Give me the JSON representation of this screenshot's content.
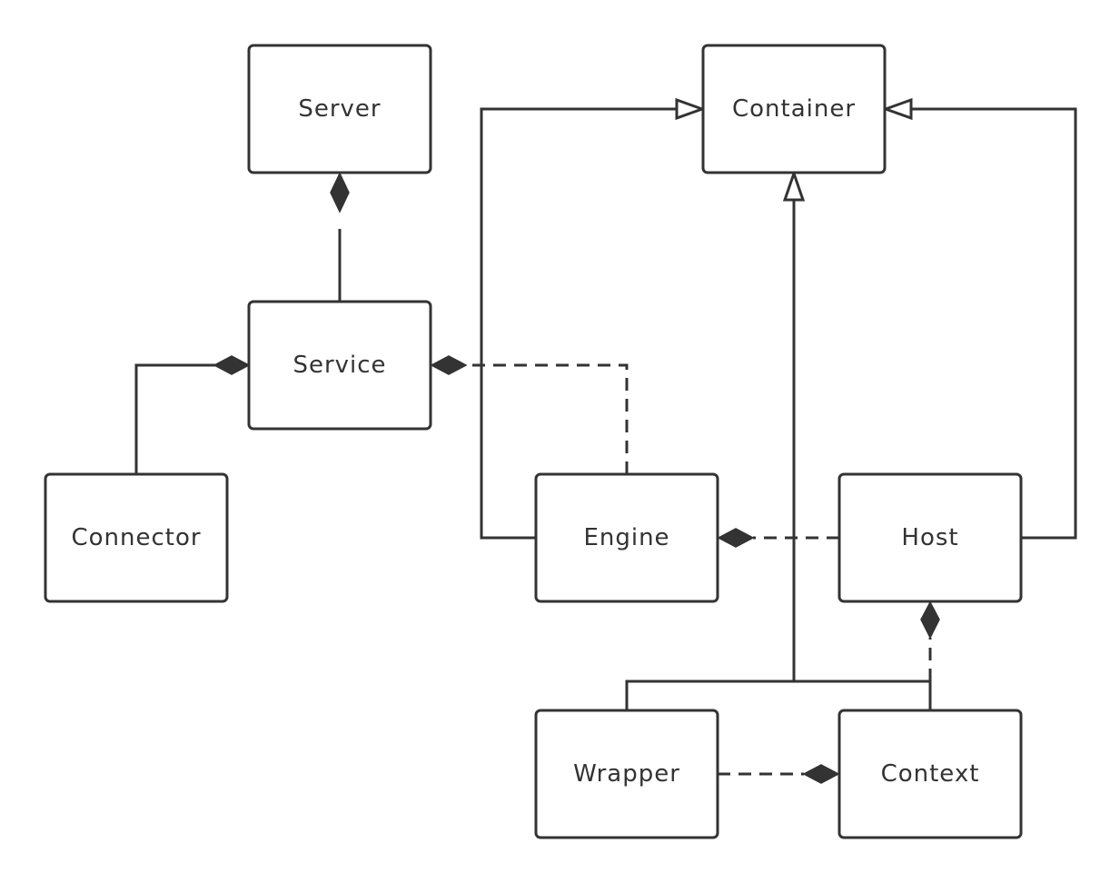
{
  "diagram": {
    "type": "uml-class-diagram",
    "colors": {
      "stroke": "#333333",
      "box_fill": "#ffffff",
      "text": "#333333",
      "background": "#ffffff"
    },
    "nodes": {
      "server": {
        "label": "Server"
      },
      "container": {
        "label": "Container"
      },
      "service": {
        "label": "Service"
      },
      "connector": {
        "label": "Connector"
      },
      "engine": {
        "label": "Engine"
      },
      "host": {
        "label": "Host"
      },
      "wrapper": {
        "label": "Wrapper"
      },
      "context": {
        "label": "Context"
      }
    },
    "relationships": [
      {
        "from": "Service",
        "to": "Server",
        "kind": "composition",
        "style": "solid"
      },
      {
        "from": "Connector",
        "to": "Service",
        "kind": "composition",
        "style": "solid"
      },
      {
        "from": "Engine",
        "to": "Service",
        "kind": "composition",
        "style": "dashed"
      },
      {
        "from": "Host",
        "to": "Engine",
        "kind": "composition",
        "style": "dashed"
      },
      {
        "from": "Context",
        "to": "Host",
        "kind": "composition",
        "style": "dashed"
      },
      {
        "from": "Wrapper",
        "to": "Context",
        "kind": "composition",
        "style": "dashed"
      },
      {
        "from": "Engine",
        "to": "Container",
        "kind": "generalization",
        "style": "solid"
      },
      {
        "from": "Host",
        "to": "Container",
        "kind": "generalization",
        "style": "solid"
      },
      {
        "from": "Wrapper",
        "to": "Container",
        "kind": "generalization",
        "style": "solid"
      },
      {
        "from": "Context",
        "to": "Container",
        "kind": "generalization",
        "style": "solid"
      }
    ]
  }
}
